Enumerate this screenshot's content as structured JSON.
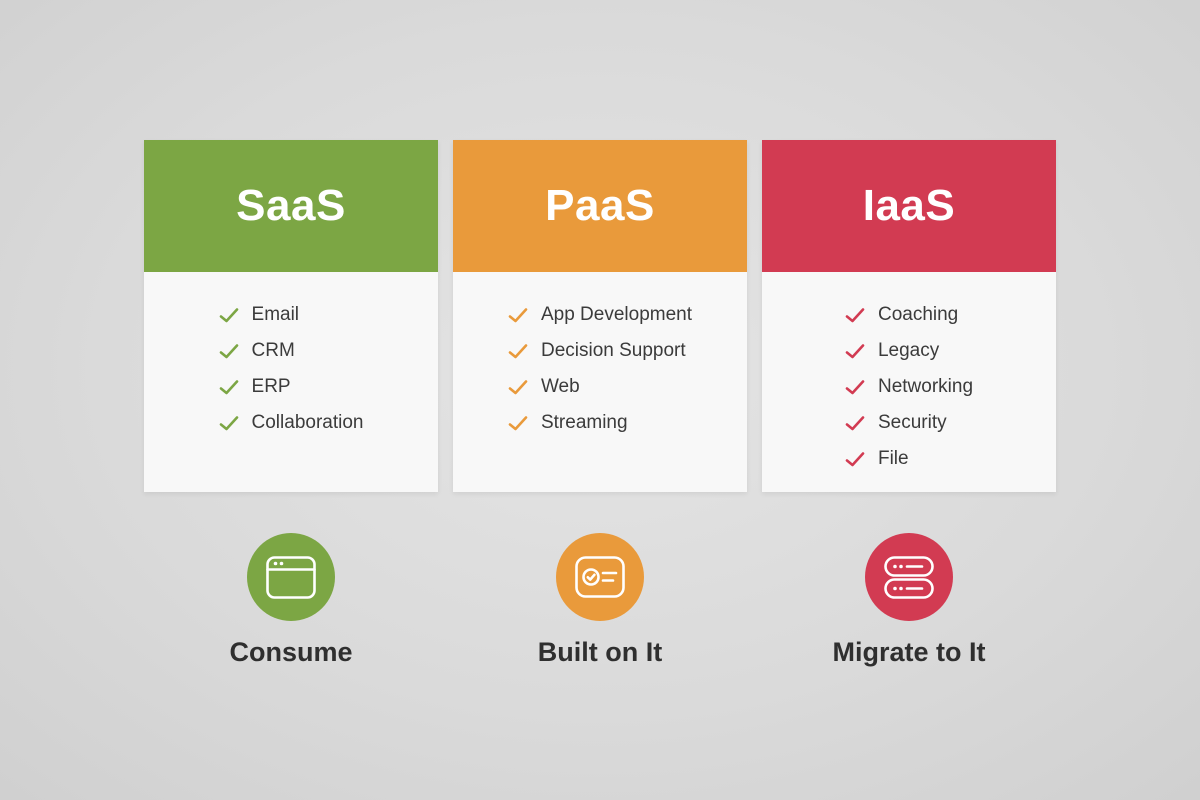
{
  "theme": {
    "bg_center": "#e4e4e4",
    "bg_mid": "#dadada",
    "bg_edge": "#cfcfcf",
    "card_bg": "#f8f8f8",
    "list_text": "#3b3b3b",
    "label_text": "#2f2f2f"
  },
  "columns": [
    {
      "id": "saas",
      "title": "SaaS",
      "color": "#7ca644",
      "items": [
        "Email",
        "CRM",
        "ERP",
        "Collaboration"
      ],
      "icon": "browser-window-icon",
      "action_label": "Consume"
    },
    {
      "id": "paas",
      "title": "PaaS",
      "color": "#e99a3b",
      "items": [
        "App Development",
        "Decision Support",
        "Web",
        "Streaming"
      ],
      "icon": "app-window-check-icon",
      "action_label": "Built on It"
    },
    {
      "id": "iaas",
      "title": "IaaS",
      "color": "#d23b52",
      "items": [
        "Coaching",
        "Legacy",
        "Networking",
        "Security",
        "File"
      ],
      "icon": "server-stack-icon",
      "action_label": "Migrate to It"
    }
  ]
}
